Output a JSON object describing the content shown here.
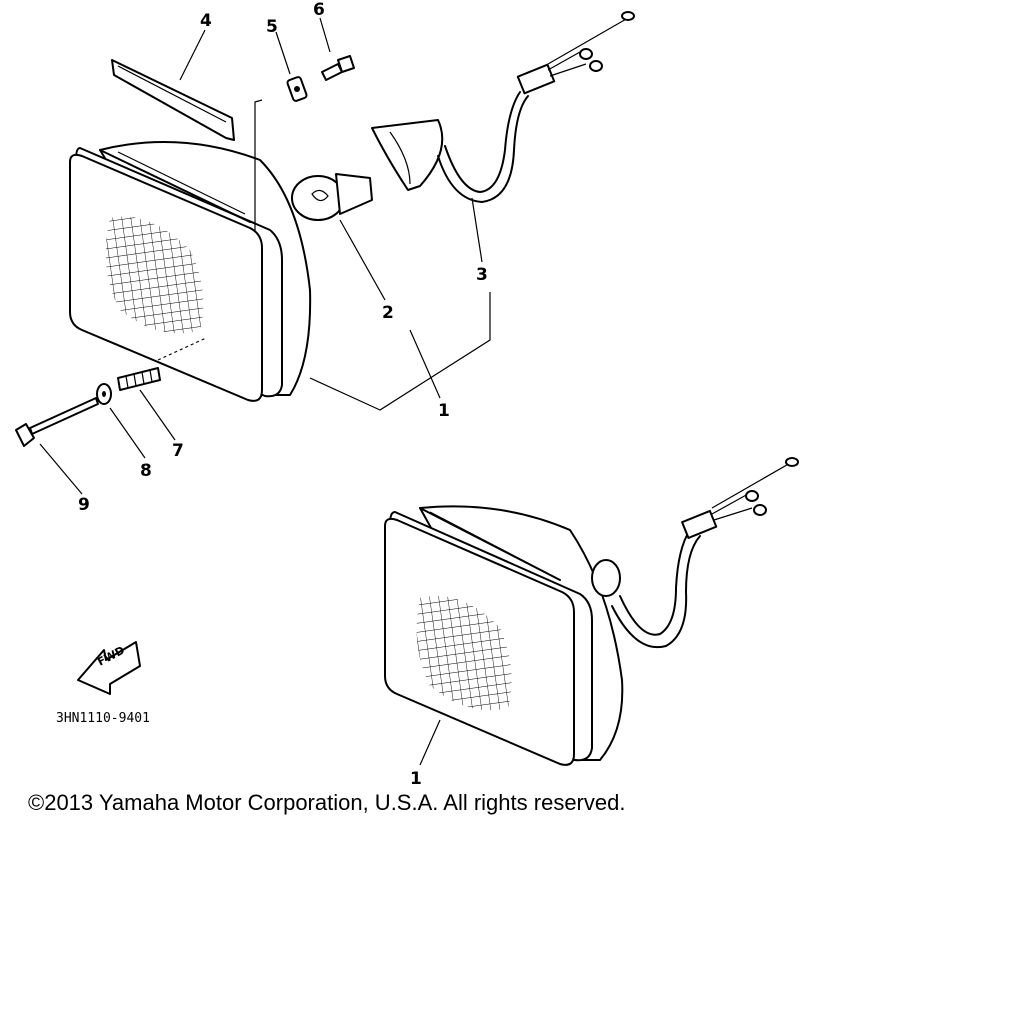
{
  "diagram": {
    "callouts": {
      "c1a": "1",
      "c1b": "1",
      "c2": "2",
      "c3": "3",
      "c4": "4",
      "c5": "5",
      "c6": "6",
      "c7": "7",
      "c8": "8",
      "c9": "9"
    },
    "fwd_label": "FWD",
    "diagram_code": "3HN1110-9401",
    "copyright": "©2013 Yamaha Motor Corporation, U.S.A. All rights reserved."
  }
}
